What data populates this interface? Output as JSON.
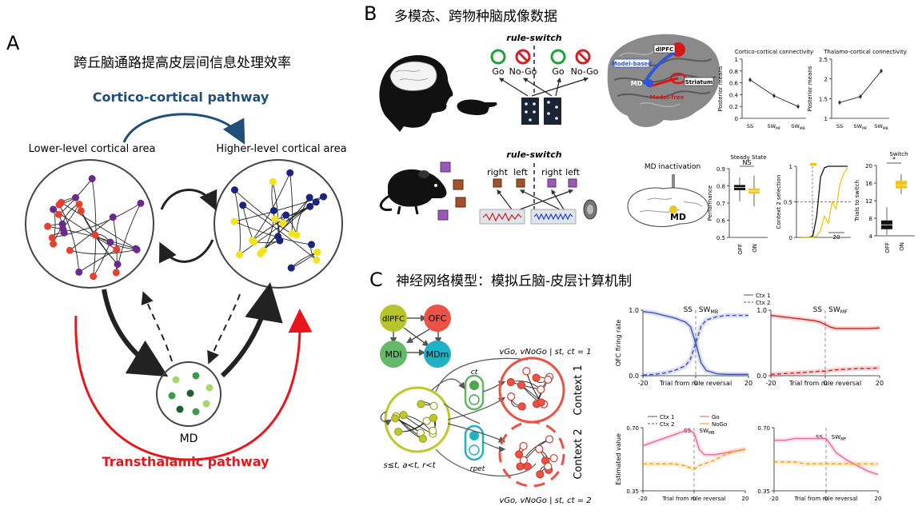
{
  "panel_a": {
    "letter": "A",
    "title": "跨丘脑通路提高皮层间信息处理效率",
    "cortico_label": "Cortico-cortical pathway",
    "lower_label": "Lower-level cortical area",
    "higher_label": "Higher-level cortical area",
    "md_label": "MD",
    "transthalamic_label": "Transthalamic pathway",
    "colors": {
      "cortico": "#1f4e79",
      "transthalamic": "#e8161a",
      "red_node": "#e8402f",
      "purple_node": "#6a2a8c",
      "yellow_node": "#f2e31a",
      "navy_node": "#1a237e"
    }
  },
  "panel_b": {
    "letter": "B",
    "title": "多模态、跨物种脑成像数据",
    "rule_switch": "rule-switch",
    "go": "Go",
    "nogo": "No-Go",
    "brain_labels": {
      "dlpfc": "dlPFC",
      "model_based": "Model-based",
      "md": "MD",
      "striatum": "Striatum",
      "model_free": "Model-free"
    },
    "mouse_right": "right",
    "mouse_left": "left",
    "md_inactivation": "MD inactivation",
    "md_small": "MD"
  },
  "panel_c": {
    "letter": "C",
    "title": "神经网络模型：模拟丘脑-皮层计算机制",
    "nodes": {
      "dlpfc": "dlPFC",
      "ofc": "OFC",
      "mdl": "MDl",
      "mdm": "MDm"
    },
    "context1": "Context 1",
    "context2": "Context 2",
    "formula_top": "vGo, vNoGo | st, ct = 1",
    "formula_bottom": "vGo, vNoGo | st, ct = 2",
    "formula_input": "s≤t, a<t, r<t",
    "ct": "ct",
    "rpe": "rpet"
  },
  "chart_data": [
    {
      "type": "line",
      "title": "Cortico-cortical connectivity",
      "categories": [
        "SS",
        "SW_MF",
        "SW_MB"
      ],
      "values": [
        0.65,
        0.38,
        0.2
      ],
      "ylabel": "Posterior means",
      "ylim": [
        0,
        1
      ],
      "yticks": [
        "0",
        "0.2",
        "0.4",
        "0.6",
        "0.8",
        "1"
      ]
    },
    {
      "type": "line",
      "title": "Thalamo-cortical connectivity",
      "categories": [
        "SS",
        "SW_MF",
        "SW_MB"
      ],
      "values": [
        1.4,
        1.55,
        2.2
      ],
      "ylabel": "Posterior means",
      "ylim": [
        1,
        2.5
      ],
      "yticks": [
        "1",
        "1.5",
        "2",
        "2.5"
      ]
    },
    {
      "type": "box",
      "title": "Steady State",
      "categories": [
        "OFF",
        "ON"
      ],
      "ylabel": "Performance",
      "ylim": [
        0.5,
        0.9
      ],
      "yticks": [
        "0.5",
        "0.6",
        "0.7",
        "0.8",
        "0.9"
      ],
      "medians": [
        0.79,
        0.77
      ],
      "q1": [
        0.775,
        0.755
      ],
      "q3": [
        0.805,
        0.785
      ],
      "whisker_low": [
        0.71,
        0.68
      ],
      "whisker_high": [
        0.85,
        0.86
      ],
      "annotation": "NS",
      "colors": [
        "#111111",
        "#f0c419"
      ]
    },
    {
      "type": "line",
      "ylabel": "Context 2 selection",
      "yticks": [
        "0",
        "0.5",
        "1"
      ],
      "ylim": [
        0,
        1
      ],
      "xlabel_tick": "20",
      "series": [
        {
          "values": [
            0,
            0,
            0,
            0.02,
            0.3,
            0.85,
            0.98,
            1,
            1,
            1,
            1,
            1,
            1
          ]
        },
        {
          "values": [
            0,
            0,
            0,
            0,
            0.02,
            0.1,
            0.3,
            0.2,
            0.5,
            0.4,
            0.75,
            0.9,
            0.98
          ]
        }
      ],
      "colors": [
        "#111111",
        "#f0c419"
      ]
    },
    {
      "type": "box",
      "title": "Switch",
      "categories": [
        "OFF",
        "ON"
      ],
      "ylabel": "Trials to switch",
      "ylim": [
        4,
        20
      ],
      "yticks": [
        "4",
        "8",
        "12",
        "16",
        "20"
      ],
      "medians": [
        6.5,
        15.5
      ],
      "q1": [
        5.5,
        14.8
      ],
      "q3": [
        7.5,
        16.5
      ],
      "whisker_low": [
        4.2,
        13.5
      ],
      "whisker_high": [
        10.5,
        18
      ],
      "annotation": "*",
      "colors": [
        "#111111",
        "#f0c419"
      ]
    },
    {
      "type": "line",
      "ylabel": "OFC firing rate",
      "xlabel": "Trial from rule reversal",
      "x": [
        -20,
        -16,
        -12,
        -8,
        -4,
        -2,
        0,
        2,
        4,
        8,
        12,
        16,
        20
      ],
      "xlim": [
        -20,
        20
      ],
      "ylim": [
        0,
        1
      ],
      "yticks": [
        "0.0",
        "1.0"
      ],
      "xticks": [
        "-20",
        "0",
        "20"
      ],
      "labels": [
        "SS",
        "SW_MB"
      ],
      "legend": [
        "Ctx 1",
        "Ctx 2"
      ],
      "series": [
        {
          "values": [
            0.98,
            0.96,
            0.92,
            0.88,
            0.82,
            0.75,
            0.5,
            0.2,
            0.08,
            0.03,
            0.02,
            0.02,
            0.02
          ]
        },
        {
          "values": [
            0.01,
            0.02,
            0.04,
            0.08,
            0.15,
            0.25,
            0.5,
            0.75,
            0.85,
            0.9,
            0.92,
            0.92,
            0.92
          ]
        }
      ],
      "colors": [
        "#3f51b5",
        "#3f51b5"
      ]
    },
    {
      "type": "line",
      "xlabel": "Trial from rule reversal",
      "x": [
        -20,
        -16,
        -12,
        -8,
        -4,
        -2,
        0,
        2,
        4,
        8,
        12,
        16,
        20
      ],
      "xlim": [
        -20,
        20
      ],
      "ylim": [
        0,
        1
      ],
      "yticks": [
        "0.0",
        "1.0"
      ],
      "xticks": [
        "-20",
        "0",
        "20"
      ],
      "labels": [
        "SS",
        "SW_MF"
      ],
      "series": [
        {
          "values": [
            0.92,
            0.9,
            0.88,
            0.86,
            0.84,
            0.82,
            0.78,
            0.74,
            0.72,
            0.72,
            0.72,
            0.72,
            0.73
          ]
        },
        {
          "values": [
            0.02,
            0.03,
            0.04,
            0.05,
            0.06,
            0.07,
            0.07,
            0.08,
            0.09,
            0.1,
            0.11,
            0.11,
            0.12
          ]
        }
      ],
      "colors": [
        "#cc1f1f",
        "#cc1f1f"
      ]
    },
    {
      "type": "line",
      "ylabel": "Estimated value",
      "xlabel": "Trial from rule reversal",
      "x": [
        -20,
        -16,
        -12,
        -8,
        -4,
        -2,
        0,
        2,
        4,
        8,
        12,
        16,
        20
      ],
      "xlim": [
        -20,
        20
      ],
      "ylim": [
        0.35,
        0.7
      ],
      "yticks": [
        "0.35",
        "0.70"
      ],
      "xticks": [
        "-20",
        "0",
        "20"
      ],
      "labels": [
        "SS",
        "SW_MB"
      ],
      "legend": [
        "Ctx 1",
        "Ctx 2",
        "Go",
        "NoGo"
      ],
      "series": [
        {
          "name": "Go",
          "values": [
            0.6,
            0.62,
            0.64,
            0.66,
            0.68,
            0.69,
            0.67,
            0.58,
            0.55,
            0.55,
            0.56,
            0.57,
            0.58
          ]
        },
        {
          "name": "NoGo",
          "values": [
            0.5,
            0.5,
            0.5,
            0.5,
            0.49,
            0.48,
            0.47,
            0.49,
            0.5,
            0.52,
            0.55,
            0.57,
            0.58
          ]
        }
      ],
      "colors": [
        "#e96a9b",
        "#f0a020"
      ]
    },
    {
      "type": "line",
      "xlabel": "Trial from rule reversal",
      "x": [
        -20,
        -16,
        -12,
        -8,
        -4,
        -2,
        0,
        2,
        4,
        8,
        12,
        16,
        20
      ],
      "xlim": [
        -20,
        20
      ],
      "ylim": [
        0.35,
        0.7
      ],
      "yticks": [
        "0.35",
        "0.70"
      ],
      "xticks": [
        "-20",
        "0",
        "20"
      ],
      "labels": [
        "SS",
        "SW_MF"
      ],
      "series": [
        {
          "name": "Go",
          "values": [
            0.63,
            0.63,
            0.64,
            0.64,
            0.64,
            0.64,
            0.64,
            0.6,
            0.56,
            0.52,
            0.49,
            0.46,
            0.44
          ]
        },
        {
          "name": "NoGo",
          "values": [
            0.51,
            0.51,
            0.51,
            0.5,
            0.5,
            0.5,
            0.5,
            0.5,
            0.5,
            0.5,
            0.5,
            0.5,
            0.5
          ]
        }
      ],
      "colors": [
        "#e96a9b",
        "#f0a020"
      ]
    }
  ]
}
